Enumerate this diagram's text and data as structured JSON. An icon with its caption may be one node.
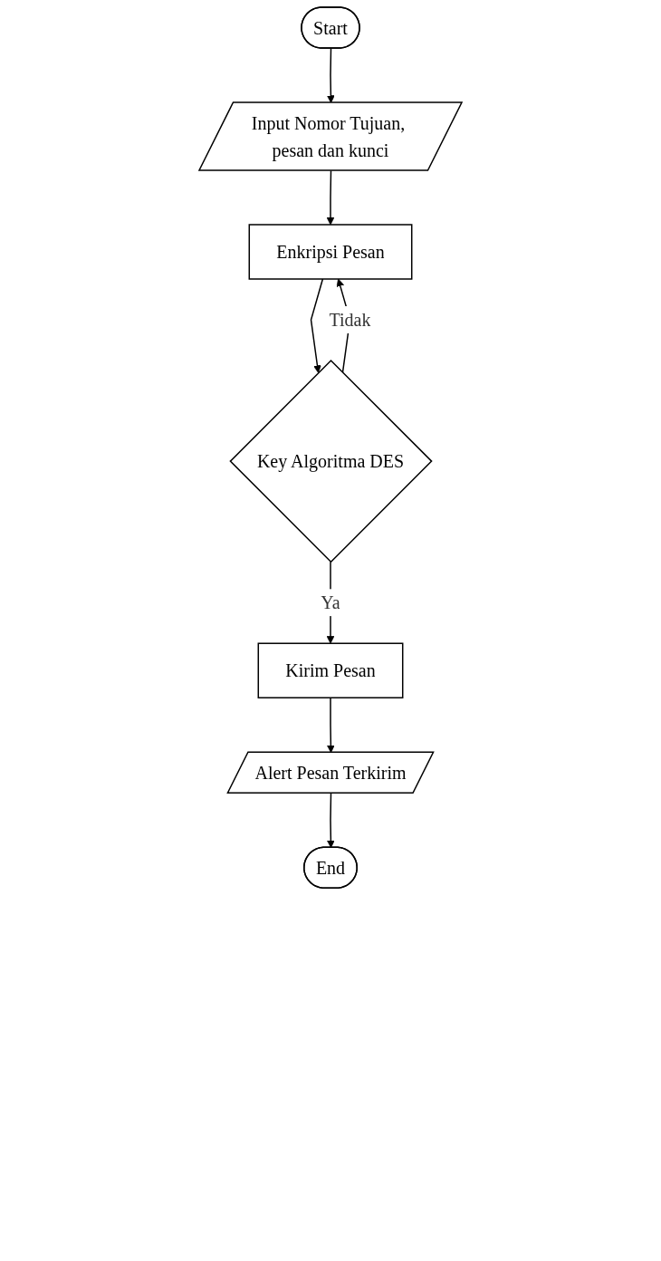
{
  "diagram": {
    "nodes": [
      {
        "text": [
          "Start"
        ]
      },
      {
        "text": [
          "Input Nomor Tujuan, pesan dan kunci"
        ]
      },
      {
        "text": [
          "Enkripsi Pesan"
        ]
      },
      {
        "text": [
          "Key Algoritma DES"
        ]
      },
      {
        "text": [
          "Kirim Pesan"
        ]
      },
      {
        "text": [
          "Alert Pesan Terkirim"
        ]
      },
      {
        "text": [
          "End"
        ]
      }
    ],
    "edges": [
      {
        "from": 0,
        "to": 1,
        "arrow": "to"
      },
      {
        "from": 1,
        "to": 2,
        "arrow": "to"
      },
      {
        "from": 2,
        "to": 3,
        "arrow": "to"
      },
      {
        "from": 3,
        "to": 2,
        "arrow": "to",
        "label": "Tidak"
      },
      {
        "from": 3,
        "to": 4,
        "arrow": "to",
        "label": "Ya"
      },
      {
        "from": 4,
        "to": 5,
        "arrow": "to"
      },
      {
        "from": 5,
        "to": 6,
        "arrow": "to"
      }
    ]
  }
}
